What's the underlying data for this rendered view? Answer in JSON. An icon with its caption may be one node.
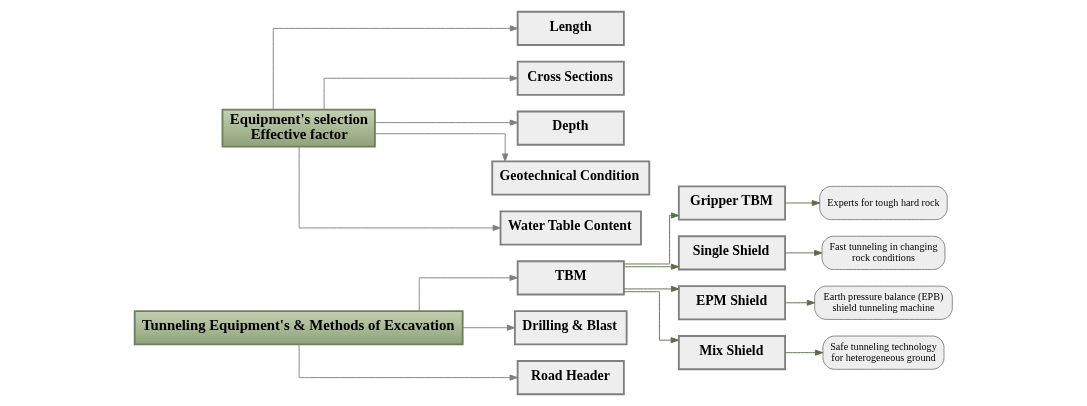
{
  "diagram": {
    "nodes": [
      {
        "text": [
          "Tunneling Equipment's & Methods of Excavation"
        ]
      },
      {
        "text": [
          "TBM"
        ]
      },
      {
        "text": [
          "Drilling & Blast"
        ]
      },
      {
        "text": [
          "Road Header"
        ]
      },
      {
        "text": [
          "Gripper TBM"
        ]
      },
      {
        "text": [
          "Single Shield"
        ]
      },
      {
        "text": [
          "EPM Shield"
        ]
      },
      {
        "text": [
          "Mix Shield"
        ]
      },
      {
        "text": [
          "Experts for tough hard rock"
        ]
      },
      {
        "text": [
          "Fast tunneling in changing rock conditions"
        ]
      },
      {
        "text": [
          "Earth pressure balance (EPB) shield tunneling machine"
        ]
      },
      {
        "text": [
          "Safe tunneling technology for heterogeneous ground"
        ]
      },
      {
        "text": [
          "Equipment's selection Effective factor"
        ]
      },
      {
        "text": [
          "Length"
        ]
      },
      {
        "text": [
          "Cross Sections"
        ]
      },
      {
        "text": [
          "Depth"
        ]
      },
      {
        "text": [
          "Geotechnical Condition"
        ]
      },
      {
        "text": [
          "Water Table Content"
        ]
      }
    ],
    "edges": [
      {
        "from": 0,
        "to": 1,
        "arrow": "to"
      },
      {
        "from": 0,
        "to": 2,
        "arrow": "to"
      },
      {
        "from": 0,
        "to": 3,
        "arrow": "to"
      },
      {
        "from": 1,
        "to": 4,
        "arrow": "to",
        "color": "#5a6e46"
      },
      {
        "from": 1,
        "to": 5,
        "arrow": "to",
        "color": "#5a6e46"
      },
      {
        "from": 1,
        "to": 6,
        "arrow": "to",
        "color": "#5a6e46"
      },
      {
        "from": 1,
        "to": 7,
        "arrow": "to",
        "color": "#5a6e46"
      },
      {
        "from": 4,
        "to": 8,
        "arrow": "to",
        "color": "#5a6e46"
      },
      {
        "from": 5,
        "to": 9,
        "arrow": "to",
        "color": "#5a6e46"
      },
      {
        "from": 6,
        "to": 10,
        "arrow": "to",
        "color": "#5a6e46"
      },
      {
        "from": 7,
        "to": 11,
        "arrow": "to",
        "color": "#5a6e46"
      },
      {
        "from": 12,
        "to": 13,
        "arrow": "to"
      },
      {
        "from": 12,
        "to": 14,
        "arrow": "to"
      },
      {
        "from": 12,
        "to": 15,
        "arrow": "to"
      },
      {
        "from": 12,
        "to": 16,
        "arrow": "to"
      },
      {
        "from": 12,
        "to": 17,
        "arrow": "to"
      }
    ]
  }
}
